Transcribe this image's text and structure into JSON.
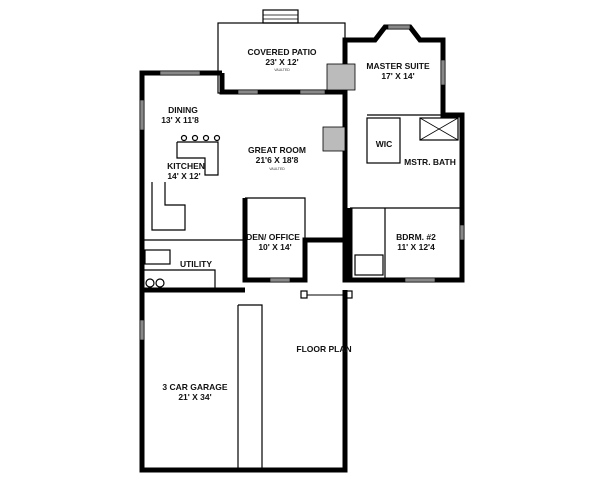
{
  "rooms": {
    "covered_patio": {
      "name": "COVERED PATIO",
      "size": "23' X 12'",
      "note": "VAULTED"
    },
    "master_suite": {
      "name": "MASTER SUITE",
      "size": "17' X 14'"
    },
    "dining": {
      "name": "DINING",
      "size": "13' X 11'8"
    },
    "great_room": {
      "name": "GREAT ROOM",
      "size": "21'6 X 18'8",
      "note": "VAULTED"
    },
    "kitchen": {
      "name": "KITCHEN",
      "size": "14' X 12'"
    },
    "wic": {
      "name": "WIC"
    },
    "master_bath": {
      "name": "MSTR. BATH"
    },
    "den_office": {
      "name": "DEN/ OFFICE",
      "size": "10' X 14'"
    },
    "bedroom_2": {
      "name": "BDRM. #2",
      "size": "11' X 12'4"
    },
    "utility": {
      "name": "UTILITY"
    },
    "garage": {
      "name": "3 CAR GARAGE",
      "size": "21' X 34'"
    }
  },
  "plan_title": "FLOOR PLAN"
}
